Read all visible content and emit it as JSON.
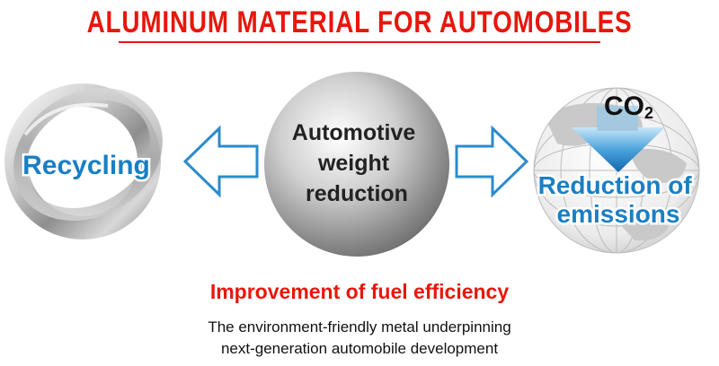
{
  "title": "ALUMINUM MATERIAL FOR AUTOMOBILES",
  "nodes": {
    "left": {
      "label": "Recycling"
    },
    "center": {
      "lines": [
        "Automotive",
        "weight",
        "reduction"
      ]
    },
    "right": {
      "co2_main": "CO",
      "co2_sub": "2",
      "lines": [
        "Reduction of",
        "emissions"
      ]
    }
  },
  "subtitle": "Improvement of fuel efficiency",
  "caption": {
    "line1": "The environment-friendly metal underpinning",
    "line2": "next-generation automobile development"
  },
  "colors": {
    "accent_red": "#e8160c",
    "label_blue": "#1a7fc4",
    "arrow_blue": "#2c8bcc",
    "dark_text": "#222222"
  }
}
